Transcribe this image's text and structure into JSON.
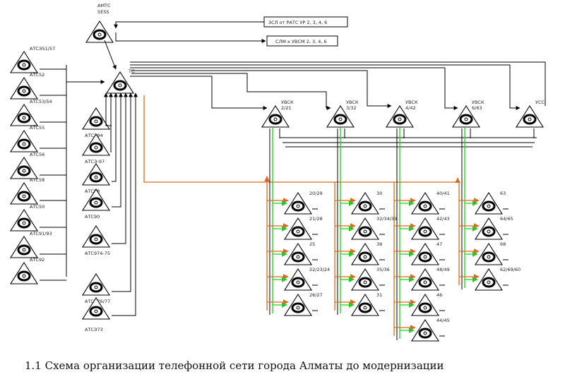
{
  "caption": "1.1 Схема организации телефонной сети города Алматы до модернизации",
  "top": {
    "amts_label_1": "АМТС",
    "amts_label_2": "5ESS",
    "tc_label": "ТС",
    "box_zsl": "ЗСЛ от РАТС УР 2, 3, 4, 6",
    "box_slm": "СЛМ к УВСМ 2, 3, 4, 6"
  },
  "left_stations": [
    "АТСЭ51/57",
    "АТС52",
    "АТС53/54",
    "АТС55",
    "АТС56",
    "АТС58",
    "АТС50",
    "АТС91/93",
    "АТС92"
  ],
  "mid_stations": [
    "АТСЭ94",
    "АТСЭ-97",
    "АТС98",
    "АТС90",
    "АТС974-75",
    "АТСЭ76/77",
    "АТСЭ73"
  ],
  "hubs": [
    {
      "label": "УВСК",
      "sub": "2/21"
    },
    {
      "label": "УВСК",
      "sub": "3/32"
    },
    {
      "label": "УВСК",
      "sub": "4/42"
    },
    {
      "label": "УВСК",
      "sub": "6/63"
    },
    {
      "label": "УСС",
      "sub": ""
    }
  ],
  "sub_columns": [
    [
      "20/29",
      "21/28",
      "25",
      "22/23/24",
      "26/27"
    ],
    [
      "30",
      "32/34/39",
      "38",
      "35/36",
      "31"
    ],
    [
      "40/41",
      "42/43",
      "47",
      "48/49",
      "46",
      "44/45"
    ],
    [
      "63",
      "64/65",
      "68",
      "62/69/60"
    ]
  ],
  "colors": {
    "orange": "#e06a1a",
    "green": "#22cc22",
    "ink": "#000000"
  }
}
